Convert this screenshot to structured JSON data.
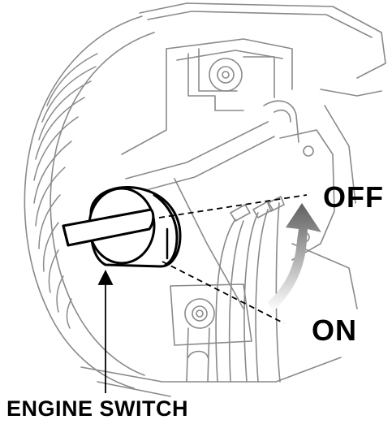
{
  "labels": {
    "off": "OFF",
    "on": "ON",
    "engine_switch": "ENGINE SWITCH"
  },
  "colors": {
    "line": "#8a8a8a",
    "ink": "#000000",
    "arrow_light": "#ffffff",
    "arrow_dark": "#6b6b6b"
  },
  "icons": {
    "switch_knob": "rotary-knob-icon",
    "direction_arrow": "curved-arrow-up-icon"
  }
}
